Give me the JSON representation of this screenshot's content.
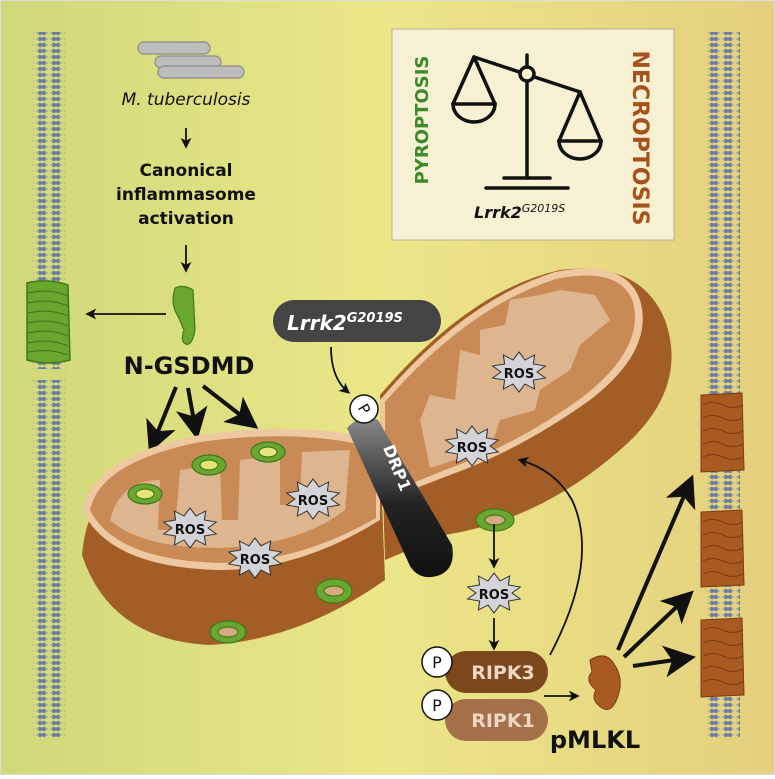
{
  "figure": {
    "type": "graphical-abstract",
    "colors": {
      "background_left": "#cfd87a",
      "background_mid": "#e9e685",
      "background_right": "#e5d07e",
      "membrane_blue": "#6b7ea0",
      "gsdmd_green": "#6aa72e",
      "mlkl_brown": "#a95a20",
      "mito_outer": "#a35e28",
      "mito_top": "#c98a55",
      "mito_cristae": "#ddb58e",
      "mito_rim": "#eec8a0",
      "ros_gray": "#d2d4d8",
      "ripk3": "#7c471c",
      "ripk1": "#a4704a",
      "lrrk2_pill": "#444444",
      "pyroptosis_green": "#3a8a2a",
      "necroptosis_brown": "#a5521c",
      "balance_box": "#f7f0d2"
    }
  },
  "legend_box": {
    "left_label": "PYROPTOSIS",
    "right_label": "NECROPTOSIS",
    "gene": "Lrrk2",
    "allele": "G2019S",
    "icon": "balance-scale-icon"
  },
  "left_pathway": {
    "pathogen": "M. tuberculosis",
    "step_line1": "Canonical",
    "step_line2": "inflammasome",
    "step_line3": "activation",
    "effector": "N-GSDMD"
  },
  "center": {
    "gene": "Lrrk2",
    "allele": "G2019S",
    "phospho": "P",
    "fission_protein": "DRP1",
    "ros_labels": [
      "ROS",
      "ROS",
      "ROS",
      "ROS",
      "ROS",
      "ROS"
    ]
  },
  "right_pathway": {
    "phospho1": "P",
    "phospho2": "P",
    "kinase1": "RIPK3",
    "kinase2": "RIPK1",
    "effector": "pMLKL"
  }
}
